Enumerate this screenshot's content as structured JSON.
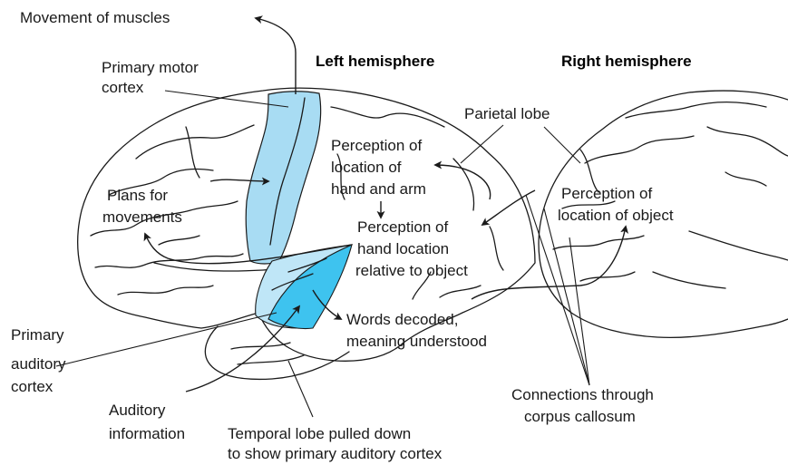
{
  "headers": {
    "left": "Left hemisphere",
    "right": "Right hemisphere"
  },
  "labels": {
    "movement_of_muscles": "Movement of muscles",
    "primary_motor_cortex": [
      "Primary motor",
      "cortex"
    ],
    "parietal_lobe": "Parietal lobe",
    "perception_hand_arm": [
      "Perception of",
      "location of",
      "hand and arm"
    ],
    "plans_for_movements": [
      "Plans for",
      "movements"
    ],
    "perception_hand_location": [
      "Perception of",
      "hand location",
      "relative to object"
    ],
    "perception_object": [
      "Perception of",
      "location of object"
    ],
    "words_decoded": [
      "Words decoded,",
      "meaning understood"
    ],
    "primary_auditory_cortex": [
      "Primary",
      "auditory",
      "cortex"
    ],
    "auditory_information": [
      "Auditory",
      "information"
    ],
    "temporal_lobe": [
      "Temporal lobe pulled down",
      "to show primary auditory cortex"
    ],
    "corpus_callosum": [
      "Connections through",
      "corpus callosum"
    ]
  },
  "colors": {
    "motor_cortex": "#a8dcf3",
    "auditory_light": "#bfe6f7",
    "auditory_dark": "#3ec3ef",
    "outline": "#1a1a1a"
  }
}
